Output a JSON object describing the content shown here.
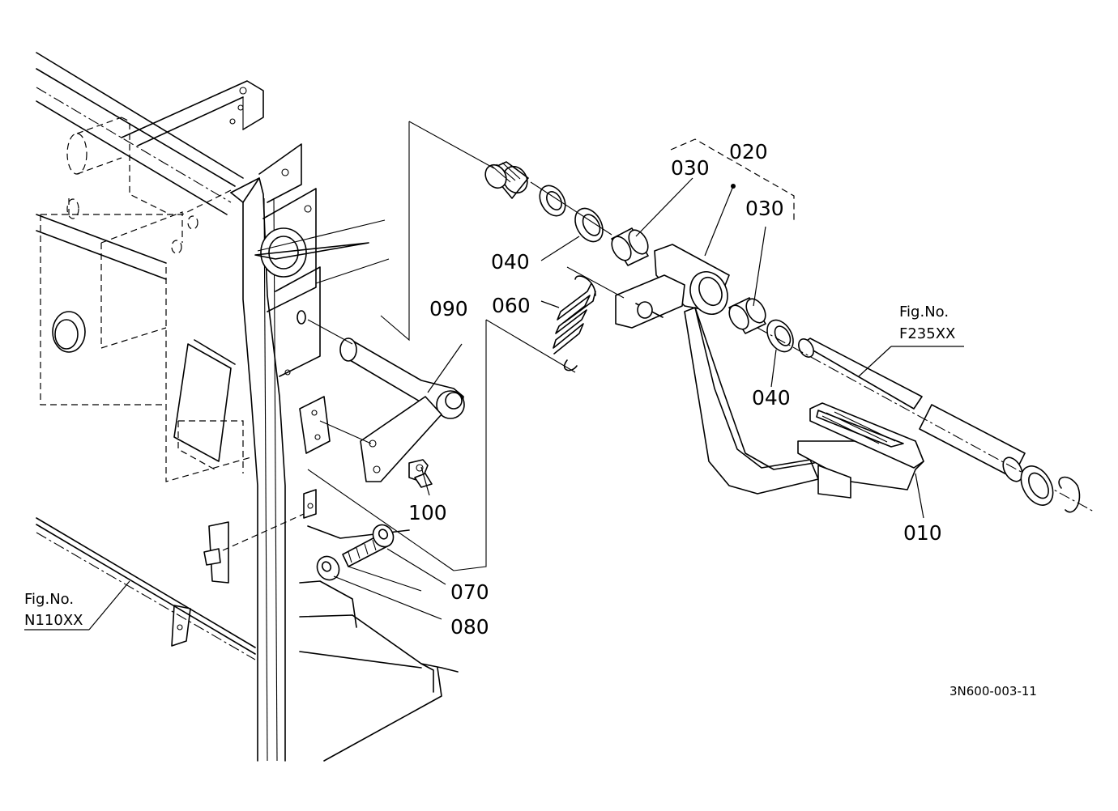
{
  "parts": {
    "p010": "010",
    "p020": "020",
    "p030a": "030",
    "p030b": "030",
    "p040a": "040",
    "p040b": "040",
    "p060": "060",
    "p070": "070",
    "p080": "080",
    "p090": "090",
    "p100": "100"
  },
  "refs": {
    "f235_line1": "Fig.No.",
    "f235_line2": "F235XX",
    "n110_line1": "Fig.No.",
    "n110_line2": "N110XX"
  },
  "drawing_number": "3N600-003-11"
}
